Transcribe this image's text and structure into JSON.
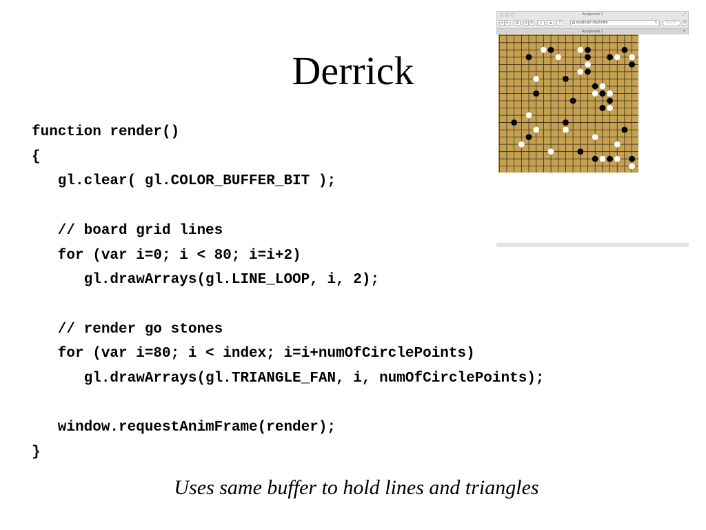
{
  "slide": {
    "title": "Derrick",
    "code_lines": [
      "function render()",
      "{",
      "   gl.clear( gl.COLOR_BUFFER_BIT );",
      "",
      "   // board grid lines",
      "   for (var i=0; i < 80; i=i+2)",
      "      gl.drawArrays(gl.LINE_LOOP, i, 2);",
      "",
      "   // render go stones",
      "   for (var i=80; i < index; i=i+numOfCirclePoints)",
      "      gl.drawArrays(gl.TRIANGLE_FAN, i, numOfCirclePoints);",
      "",
      "   window.requestAnimFrame(render);",
      "}"
    ],
    "caption": "Uses same buffer to hold lines and triangles"
  },
  "browser": {
    "window_title": "Assignment 3",
    "tab_label": "Assignment 3",
    "url": "localhost/~/hw3.html",
    "search_placeholder": "Search",
    "toolbar_icons": [
      "back-icon",
      "forward-icon",
      "bookmarks-icon",
      "text-smaller-icon",
      "text-larger-icon",
      "glasses-icon",
      "cloud-icon",
      "share-icon"
    ],
    "new_tab_icon": "plus-icon",
    "resize_icon": "fullscreen-icon"
  },
  "board": {
    "grid_size": 19,
    "background_color": "#c5a153",
    "line_color": "#3a2a10",
    "stones": {
      "black": [
        [
          7,
          2
        ],
        [
          4,
          3
        ],
        [
          12,
          2
        ],
        [
          17,
          2
        ],
        [
          12,
          3
        ],
        [
          15,
          3
        ],
        [
          18,
          4
        ],
        [
          12,
          5
        ],
        [
          9,
          6
        ],
        [
          13,
          7
        ],
        [
          14,
          8
        ],
        [
          5,
          8
        ],
        [
          10,
          9
        ],
        [
          15,
          9
        ],
        [
          14,
          10
        ],
        [
          2,
          12
        ],
        [
          9,
          12
        ],
        [
          17,
          13
        ],
        [
          4,
          14
        ],
        [
          11,
          16
        ],
        [
          13,
          17
        ],
        [
          15,
          17
        ],
        [
          18,
          17
        ]
      ],
      "white": [
        [
          6,
          2
        ],
        [
          11,
          2
        ],
        [
          18,
          3
        ],
        [
          8,
          3
        ],
        [
          16,
          3
        ],
        [
          12,
          4
        ],
        [
          11,
          5
        ],
        [
          5,
          6
        ],
        [
          14,
          7
        ],
        [
          13,
          8
        ],
        [
          15,
          8
        ],
        [
          15,
          10
        ],
        [
          4,
          11
        ],
        [
          5,
          13
        ],
        [
          9,
          13
        ],
        [
          13,
          14
        ],
        [
          3,
          15
        ],
        [
          16,
          15
        ],
        [
          7,
          16
        ],
        [
          14,
          17
        ],
        [
          16,
          17
        ],
        [
          18,
          18
        ]
      ]
    }
  }
}
